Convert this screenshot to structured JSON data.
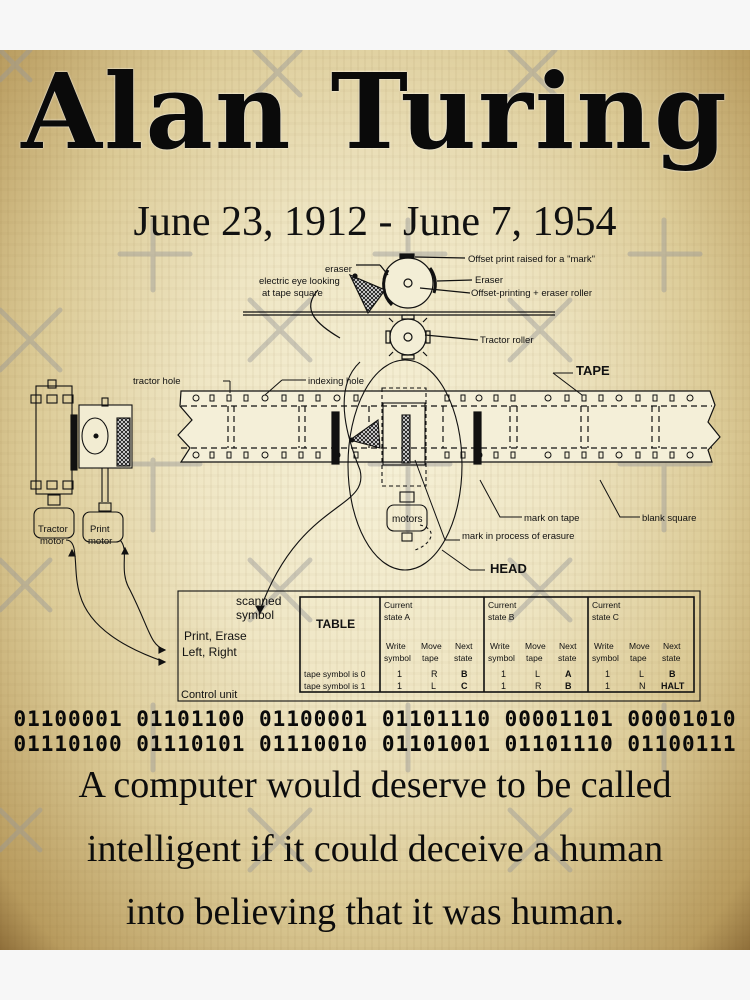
{
  "poster": {
    "title": "Alan Turing",
    "dates": "June 23, 1912 - June 7, 1954",
    "colors": {
      "page_background": "#f7f7f7",
      "parchment_light": "#f6f1d8",
      "parchment_dark": "#8f6f3a",
      "ink": "#0a0a0a"
    }
  },
  "diagram": {
    "roller_labels": {
      "offset_print": "Offset print raised for a \"mark\"",
      "eraser_top": "eraser",
      "eraser_right": "Eraser",
      "electric_eye_1": "electric eye looking",
      "electric_eye_2": "at tape square",
      "roller": "Offset-printing + eraser roller",
      "tractor_roller": "Tractor roller"
    },
    "tape_labels": {
      "tractor_hole": "tractor hole",
      "indexing_hole": "indexing hole",
      "tape": "TAPE",
      "mark_on_tape": "mark on tape",
      "blank_square": "blank square",
      "mark_erasure": "mark in process of erasure",
      "head": "HEAD",
      "motors": "motors"
    },
    "motors": {
      "tractor_1": "Tractor",
      "tractor_2": "motor",
      "print_1": "Print",
      "print_2": "motor"
    },
    "control_unit": {
      "scanned_1": "scanned",
      "scanned_2": "symbol",
      "print_erase": "Print, Erase",
      "left_right": "Left, Right",
      "label": "Control unit"
    },
    "table": {
      "title": "TABLE",
      "row_labels": [
        "tape symbol is 0",
        "tape symbol is 1"
      ],
      "column_headers": [
        "Write symbol",
        "Move tape",
        "Next state"
      ],
      "states": [
        {
          "name_1": "Current",
          "name_2": "state A",
          "rows": [
            [
              "1",
              "R",
              "B"
            ],
            [
              "1",
              "L",
              "C"
            ]
          ]
        },
        {
          "name_1": "Current",
          "name_2": "state B",
          "rows": [
            [
              "1",
              "L",
              "A"
            ],
            [
              "1",
              "R",
              "B"
            ]
          ]
        },
        {
          "name_1": "Current",
          "name_2": "state C",
          "rows": [
            [
              "1",
              "L",
              "B"
            ],
            [
              "1",
              "N",
              "HALT"
            ]
          ]
        }
      ]
    }
  },
  "binary": {
    "line1": "01100001 01101100 01100001 01101110 00001101 00001010",
    "line2": "01110100 01110101 01110010 01101001 01101110 01100111"
  },
  "quote": {
    "line1": "A computer would deserve to be called",
    "line2": "intelligent if it could deceive a human",
    "line3": "into believing that it was human."
  }
}
